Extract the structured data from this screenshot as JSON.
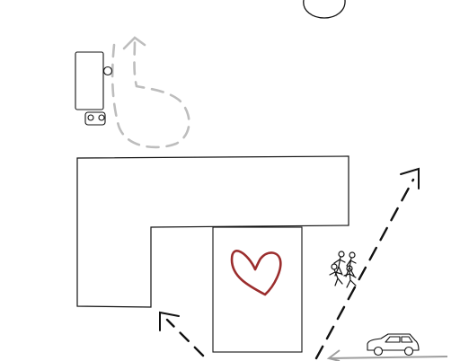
{
  "diagram": {
    "elements": [
      "sun-circle",
      "vehicle-turn-path",
      "l-shaped-building",
      "courtyard-plaza",
      "heart-symbol",
      "pedestrian-group",
      "pedestrian-route-arrow",
      "car",
      "road-line"
    ],
    "colors": {
      "line": "#111111",
      "dashed_path_gray": "#bdbdbd",
      "heart": "#9b2d2d",
      "road": "#9e9e9e",
      "background": "#ffffff"
    }
  }
}
